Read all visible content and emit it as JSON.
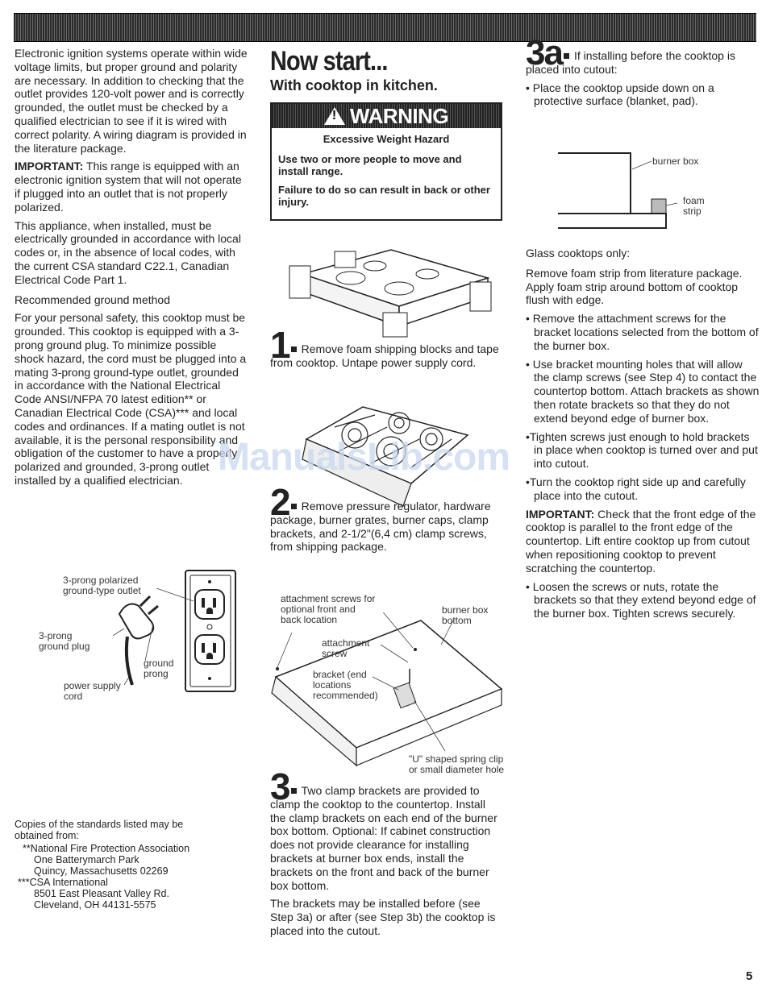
{
  "col1": {
    "p1": "Electronic ignition systems operate within wide voltage limits, but proper ground and polarity are necessary. In addition to checking that the outlet provides 120-volt power and is correctly grounded, the outlet must be checked by a qualified electrician to see if it is wired with correct polarity. A wiring diagram is provided in the literature package.",
    "p2_label": "IMPORTANT:",
    "p2": " This range is equipped with an electronic ignition system that will not operate if plugged into an outlet that is not properly polarized.",
    "p3": "This appliance, when installed, must be electrically grounded in accordance with local codes or, in the absence of local codes, with the current CSA standard C22.1, Canadian Electrical Code Part 1.",
    "p4": "Recommended ground method",
    "p5": "For your personal safety, this cooktop must be grounded. This cooktop is equipped with a 3-prong ground plug. To minimize possible shock hazard, the cord must be plugged into a mating 3-prong ground-type outlet, grounded in accordance with the National Electrical Code ANSI/NFPA 70 latest edition** or Canadian Electrical Code (CSA)*** and local codes and ordinances. If a mating outlet is not available, it is the personal responsibility and obligation of the customer to have a properly polarized and grounded, 3-prong outlet installed by a qualified electrician.",
    "outlet_labels": {
      "outlet": "3-prong polarized ground-type outlet",
      "plug": "3-prong ground plug",
      "prong": "ground prong",
      "cord": "power supply cord"
    },
    "standards_intro": "Copies of the standards listed may be obtained from:",
    "nfpa": [
      "**National Fire Protection Association",
      "One Batterymarch Park",
      "Quincy, Massachusetts 02269"
    ],
    "csa": [
      "***CSA International",
      "8501 East Pleasant Valley Rd.",
      "Cleveland, OH  44131-5575"
    ]
  },
  "col2": {
    "headline": "Now start...",
    "subhead": "With cooktop in kitchen.",
    "warning": {
      "header": "WARNING",
      "title": "Excessive Weight Hazard",
      "p1": "Use two or more people to move and install range.",
      "p2": "Failure to do so can result in back or other injury."
    },
    "step1_num": "1",
    "step1": "Remove foam shipping blocks and tape from cooktop. Untape power supply cord.",
    "step2_num": "2",
    "step2": "Remove pressure regulator, hardware package, burner grates, burner caps, clamp brackets, and 2-1/2\"(6,4 cm) clamp screws, from shipping package.",
    "diagram_labels": {
      "attach_screws": "attachment screws for optional front and back location",
      "burner_box": "burner box bottom",
      "attach_screw": "attachment screw",
      "bracket": "bracket (end locations recommended)",
      "clip": "\"U\" shaped spring clip or small diameter hole"
    },
    "step3_num": "3",
    "step3": "Two clamp brackets are provided to clamp the cooktop to the countertop. Install the clamp brackets on each end of the burner box bottom. Optional: If cabinet construction does not provide clearance for installing brackets at burner box ends, install the brackets on the front and back of the burner box bottom.",
    "step3_p2": "The brackets may be installed before (see Step 3a) or after (see Step 3b) the cooktop is placed into the cutout."
  },
  "col3": {
    "step_num": "3a",
    "step_intro": "If installing before the cooktop is placed into cutout:",
    "b1": "• Place the cooktop upside down on a protective surface (blanket, pad).",
    "diagram_labels": {
      "burner_box": "burner box",
      "foam_strip": "foam strip"
    },
    "glass": "Glass cooktops only:",
    "foam": "Remove foam strip from literature package. Apply foam strip around bottom of cooktop flush with edge.",
    "b2": "• Remove the attachment screws for the bracket locations selected from the bottom of the burner box.",
    "b3": "• Use bracket mounting holes that will allow the clamp screws (see Step 4) to contact the countertop bottom. Attach brackets as  shown then rotate brackets so that they do not extend beyond edge of burner box.",
    "b4": "•Tighten screws just enough to hold brackets in place when cooktop is turned over and put into cutout.",
    "b5": "•Turn the cooktop right side up and carefully place into the cutout.",
    "imp_label": "IMPORTANT:",
    "imp": " Check that the front edge of the cooktop is parallel to the front edge of the countertop. Lift entire cooktop up from cutout when repositioning cooktop to prevent scratching the countertop.",
    "b6": "• Loosen the screws or nuts, rotate the brackets so that they extend beyond edge of the burner box. Tighten screws securely."
  },
  "watermark": "ManualsLib.com",
  "page_number": "5"
}
